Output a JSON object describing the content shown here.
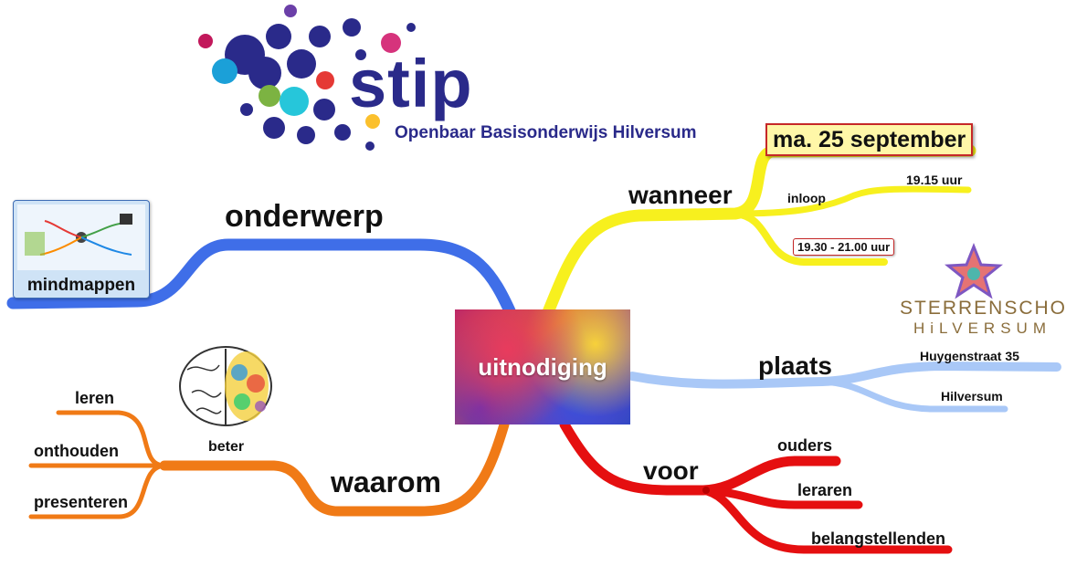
{
  "logo": {
    "name": "stip",
    "tagline": "Openbaar Basisonderwijs Hilversum"
  },
  "school_logo": {
    "line1": "STERRENSCHOOL",
    "line2": "HiLVERSUM"
  },
  "center": {
    "label": "uitnodiging"
  },
  "branches": {
    "onderwerp": {
      "label": "onderwerp",
      "color": "#3f6ee8",
      "image_caption": "mindmappen"
    },
    "wanneer": {
      "label": "wanneer",
      "color": "#f7f01e",
      "date": "ma. 25 september",
      "inloop_label": "inloop",
      "inloop_time": "19.15 uur",
      "time": "19.30 - 21.00 uur"
    },
    "plaats": {
      "label": "plaats",
      "color": "#a9c8f7",
      "children": [
        "Huygenstraat 35",
        "Hilversum"
      ]
    },
    "voor": {
      "label": "voor",
      "color": "#e50f10",
      "children": [
        "ouders",
        "leraren",
        "belangstellenden"
      ]
    },
    "waarom": {
      "label": "waarom",
      "color": "#f07a16",
      "sub_label": "beter",
      "children": [
        "leren",
        "onthouden",
        "presenteren"
      ]
    }
  },
  "icons": [
    "brain-icon",
    "mindmap-thumbnail-icon",
    "star-logo-icon"
  ]
}
